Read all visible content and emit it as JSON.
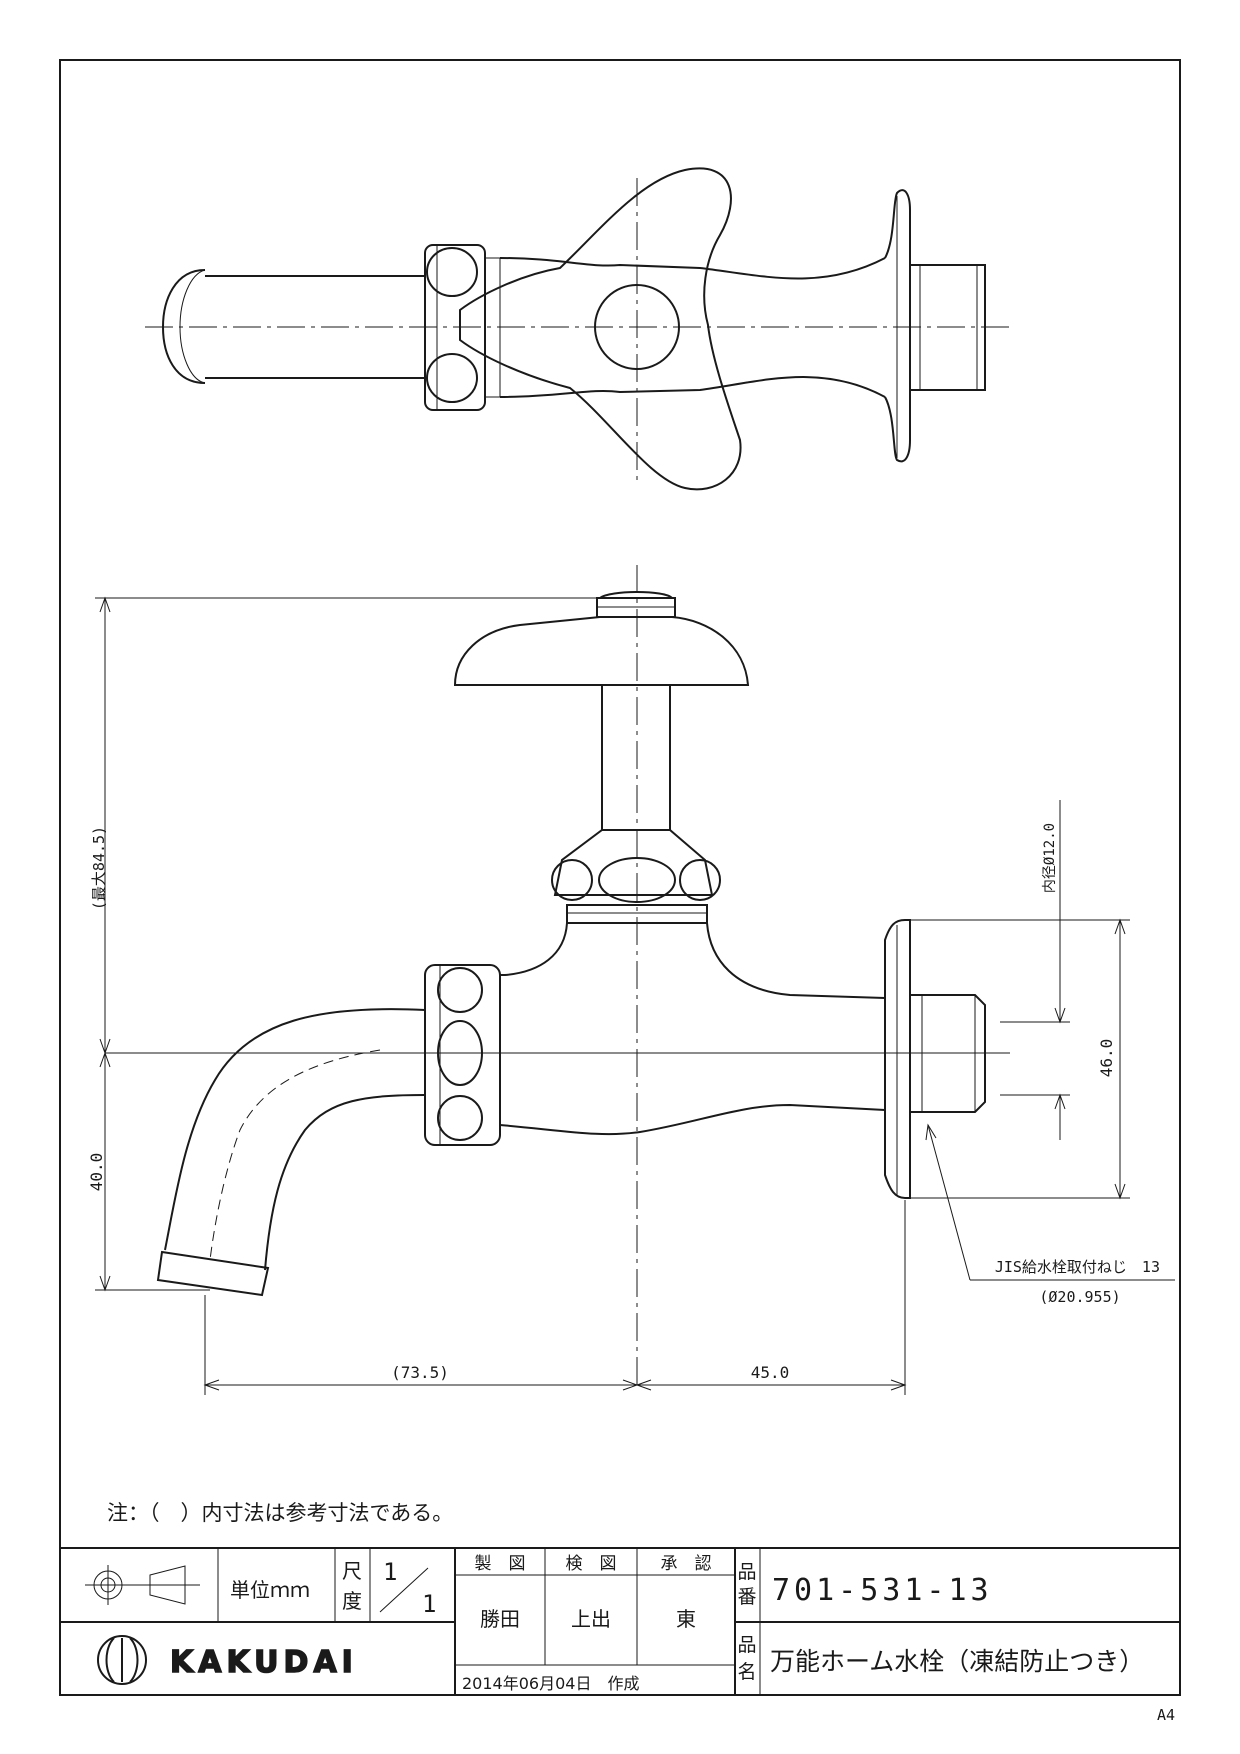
{
  "note": "注：（　）内寸法は参考寸法である。",
  "dimensions": {
    "max_height": "(最大84.5)",
    "spout_height": "40.0",
    "spout_reach": "(73.5)",
    "wall_offset": "45.0",
    "inner_diameter": "内径Ø12.0",
    "flange_height": "46.0",
    "thread_callout": "JIS給水栓取付ねじ　13",
    "thread_diameter": "(Ø20.955)"
  },
  "title_block": {
    "unit_label": "単位ｍｍ",
    "scale_label_top": "尺",
    "scale_label_bottom": "度",
    "scale_num": "1",
    "scale_den": "1",
    "drawn_label": "製　図",
    "checked_label": "検　図",
    "approved_label": "承　認",
    "drawn_by": "勝田",
    "checked_by": "上出",
    "approved_by": "東",
    "part_no_label_top": "品",
    "part_no_label_bottom": "番",
    "part_no": "701-531-13",
    "part_name_label_top": "品",
    "part_name_label_bottom": "名",
    "part_name": "万能ホーム水栓（凍結防止つき）",
    "date": "2014年06月04日　作成",
    "brand": "KAKUDAI"
  },
  "sheet_size": "A4"
}
